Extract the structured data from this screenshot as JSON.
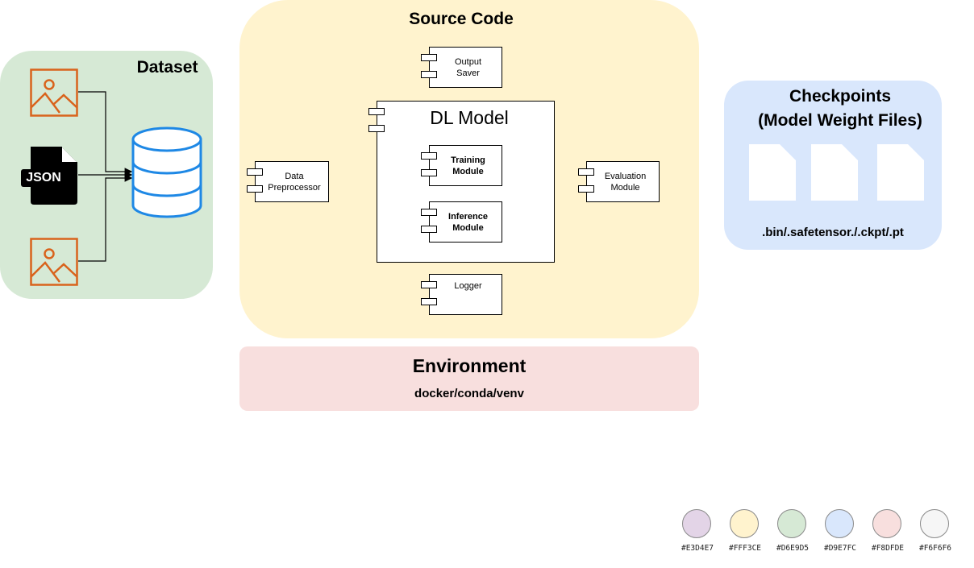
{
  "dataset": {
    "title": "Dataset",
    "json_label": "JSON"
  },
  "source_code": {
    "title": "Source Code",
    "output_saver": "Output\nSaver",
    "dl_model": {
      "title": "DL Model",
      "training": "Training\nModule",
      "inference": "Inference\nModule"
    },
    "data_preprocessor": "Data\nPreprocessor",
    "evaluation": "Evaluation\nModule",
    "logger": "Logger"
  },
  "environment": {
    "title": "Environment",
    "subtitle": "docker/conda/venv"
  },
  "checkpoints": {
    "title_line1": "Checkpoints",
    "title_line2": "(Model Weight Files)",
    "extensions": ".bin/.safetensor./.ckpt/.pt"
  },
  "palette": [
    {
      "label": "#E3D4E7",
      "color": "#E3D4E7"
    },
    {
      "label": "#FFF3CE",
      "color": "#FFF3CE"
    },
    {
      "label": "#D6E9D5",
      "color": "#D6E9D5"
    },
    {
      "label": "#D9E7FC",
      "color": "#D9E7FC"
    },
    {
      "label": "#F8DFDE",
      "color": "#F8DFDE"
    },
    {
      "label": "#F6F6F6",
      "color": "#F6F6F6"
    }
  ],
  "colors": {
    "dataset_bg": "#D6E9D5",
    "source_bg": "#FFF3CE",
    "environment_bg": "#F8DFDE",
    "checkpoints_bg": "#D9E7FC",
    "image_icon": "#D9631C",
    "database_icon": "#1E88E5"
  },
  "icons": [
    "image-icon",
    "json-file-icon",
    "database-icon",
    "file-icon"
  ]
}
